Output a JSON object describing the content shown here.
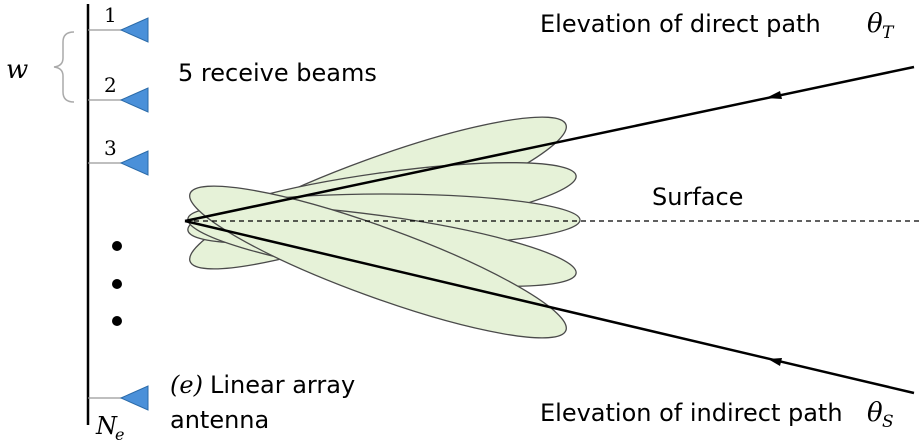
{
  "labels": {
    "width_symbol": "w",
    "beams": "5 receive beams",
    "direct_path": "Elevation of direct path",
    "direct_symbol": "θ",
    "direct_sub": "T",
    "surface": "Surface",
    "indirect_path": "Elevation of indirect path",
    "indirect_symbol": "θ",
    "indirect_sub": "S",
    "array_tag": "(e)",
    "array_line1": "Linear array",
    "array_line2": "antenna",
    "last_element_symbol": "N",
    "last_element_sub": "e"
  },
  "elements": [
    "1",
    "2",
    "3"
  ],
  "colors": {
    "beam_fill": "#e6f2d8",
    "beam_stroke": "#4a4a4a",
    "element_fill": "#4a90d9",
    "element_stroke": "#2a6aa8",
    "line": "#000000"
  }
}
